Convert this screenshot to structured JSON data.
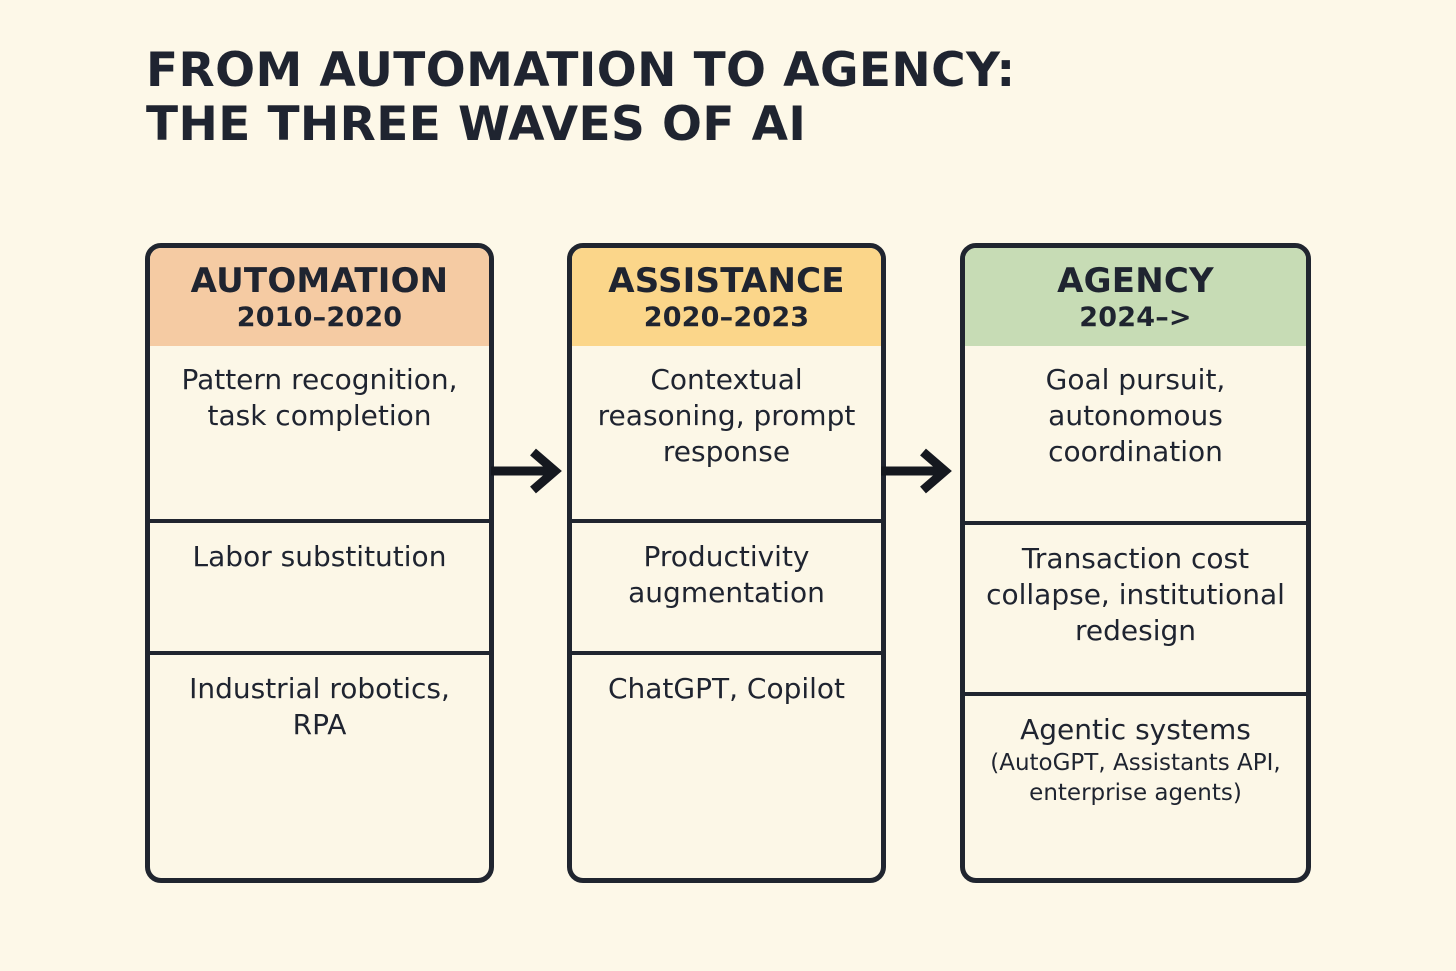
{
  "title": {
    "line1": "FROM AUTOMATION TO AGENCY:",
    "line2": "THE THREE WAVES OF AI"
  },
  "colors": {
    "background": "#FDF8E8",
    "card_fill": "#FCF7E7",
    "border": "#20252F",
    "text": "#1F2430",
    "wave1_header": "#F5CBA3",
    "wave2_header": "#FBD68A",
    "wave3_header": "#C7DCB5"
  },
  "waves": [
    {
      "name": "AUTOMATION",
      "period": "2010–2020",
      "rows": [
        {
          "text": "Pattern recognition, task completion",
          "sub": ""
        },
        {
          "text": "Labor substitution",
          "sub": ""
        },
        {
          "text": "Industrial robotics, RPA",
          "sub": ""
        }
      ]
    },
    {
      "name": "ASSISTANCE",
      "period": "2020–2023",
      "rows": [
        {
          "text": "Contextual reasoning, prompt response",
          "sub": ""
        },
        {
          "text": "Productivity augmentation",
          "sub": ""
        },
        {
          "text": "ChatGPT, Copilot",
          "sub": ""
        }
      ]
    },
    {
      "name": "AGENCY",
      "period": "2024–>",
      "rows": [
        {
          "text": "Goal pursuit, autonomous coordination",
          "sub": ""
        },
        {
          "text": "Transaction cost collapse, institutional redesign",
          "sub": ""
        },
        {
          "text": "Agentic systems",
          "sub": "(AutoGPT, Assistants API, enterprise agents)"
        }
      ]
    }
  ],
  "arrows": [
    {
      "label": "wave1-to-wave2"
    },
    {
      "label": "wave2-to-wave3"
    }
  ]
}
